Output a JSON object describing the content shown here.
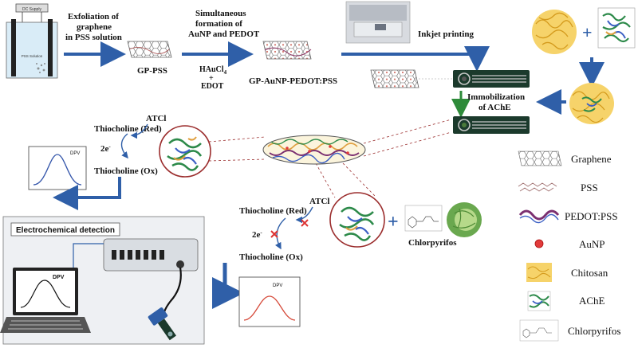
{
  "steps": {
    "exfoliation": [
      "Exfoliation of",
      "graphene",
      "in PSS solution"
    ],
    "gp_pss": "GP-PSS",
    "simultaneous": [
      "Simultaneous",
      "formation of",
      "AuNP and PEDOT"
    ],
    "haucl4": "HAuCl",
    "haucl4_sub": "4",
    "plus": "+",
    "edot": "EDOT",
    "gp_aunp": "GP-AuNP-PEDOT:PSS",
    "inkjet": "Inkjet printing",
    "immobilization": [
      "Immobilization",
      "of AChE"
    ],
    "dc_supply": "DC Supply",
    "pss_solution": "PSS Solution"
  },
  "reaction_top": {
    "red": "Thiocholine (Red)",
    "atcl": "ATCl",
    "electrons": "2e",
    "electrons_sup": "-",
    "ox": "Thiocholine (Ox)"
  },
  "reaction_bottom": {
    "red": "Thiocholine (Red)",
    "atcl": "ATCl",
    "electrons": "2e",
    "electrons_sup": "-",
    "ox": "Thiocholine (Ox)",
    "chlorpyrifos": "Chlorpyrifos",
    "plus": "+"
  },
  "detection": {
    "title": "Electrochemical detection",
    "laptop_label": "DPV"
  },
  "plots": {
    "dpv_top": "DPV",
    "dpv_bottom": "DPV"
  },
  "legend": [
    {
      "label": "Graphene"
    },
    {
      "label": "PSS"
    },
    {
      "label": "PEDOT:PSS"
    },
    {
      "label": "AuNP"
    },
    {
      "label": "Chitosan"
    },
    {
      "label": "AChE"
    },
    {
      "label": "Chlorpyrifos"
    }
  ],
  "colors": {
    "arrow_blue": "#2f5fa8",
    "arrow_green": "#2e8b3a",
    "circle_red": "#9b2d2d",
    "dpv_top_curve": "#3355aa",
    "dpv_bottom_curve": "#d64a3a",
    "chitosan_yellow": "#f3c84a",
    "aunp_red": "#e23b3b"
  }
}
